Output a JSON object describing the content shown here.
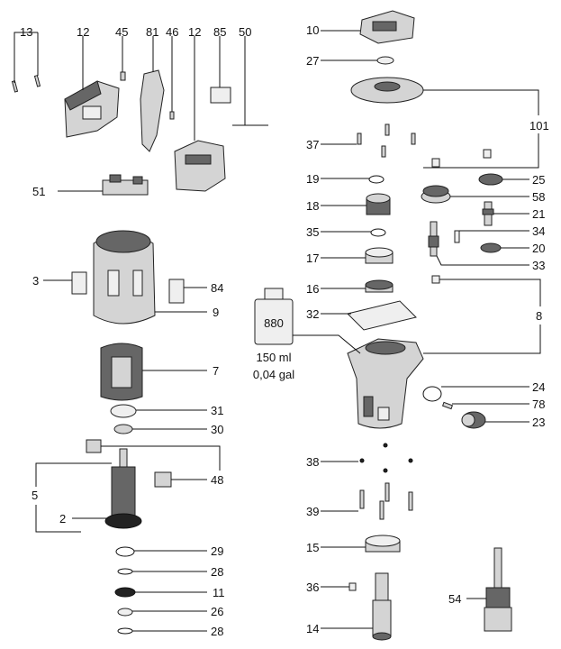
{
  "callouts": [
    "13",
    "12",
    "45",
    "81",
    "46",
    "12",
    "85",
    "50",
    "10",
    "27",
    "101",
    "37",
    "25",
    "19",
    "58",
    "18",
    "21",
    "34",
    "35",
    "20",
    "17",
    "33",
    "16",
    "8",
    "32",
    "51",
    "3",
    "84",
    "9",
    "7",
    "31",
    "30",
    "48",
    "5",
    "2",
    "24",
    "78",
    "23",
    "38",
    "39",
    "15",
    "36",
    "14",
    "54",
    "29",
    "28",
    "11",
    "26",
    "28"
  ],
  "bottle": {
    "label": "880",
    "volume_ml": "150 ml",
    "volume_gal": "0,04 gal"
  }
}
